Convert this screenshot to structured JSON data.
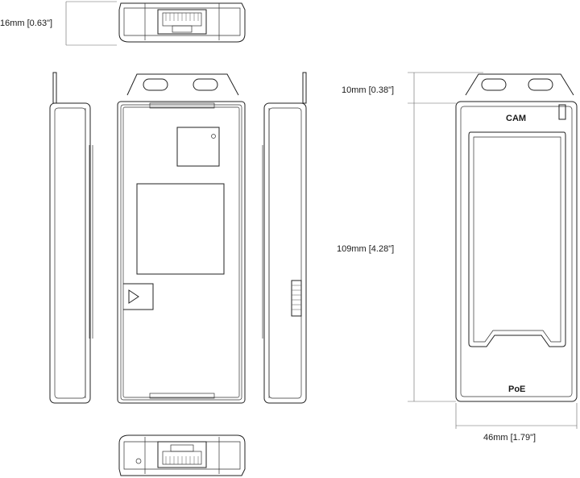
{
  "dimensions": {
    "depth": "16mm [0.63\"]",
    "tab_height": "10mm [0.38\"]",
    "height": "109mm [4.28\"]",
    "width": "46mm [1.79\"]"
  },
  "labels": {
    "cam": "CAM",
    "poe": "PoE"
  }
}
